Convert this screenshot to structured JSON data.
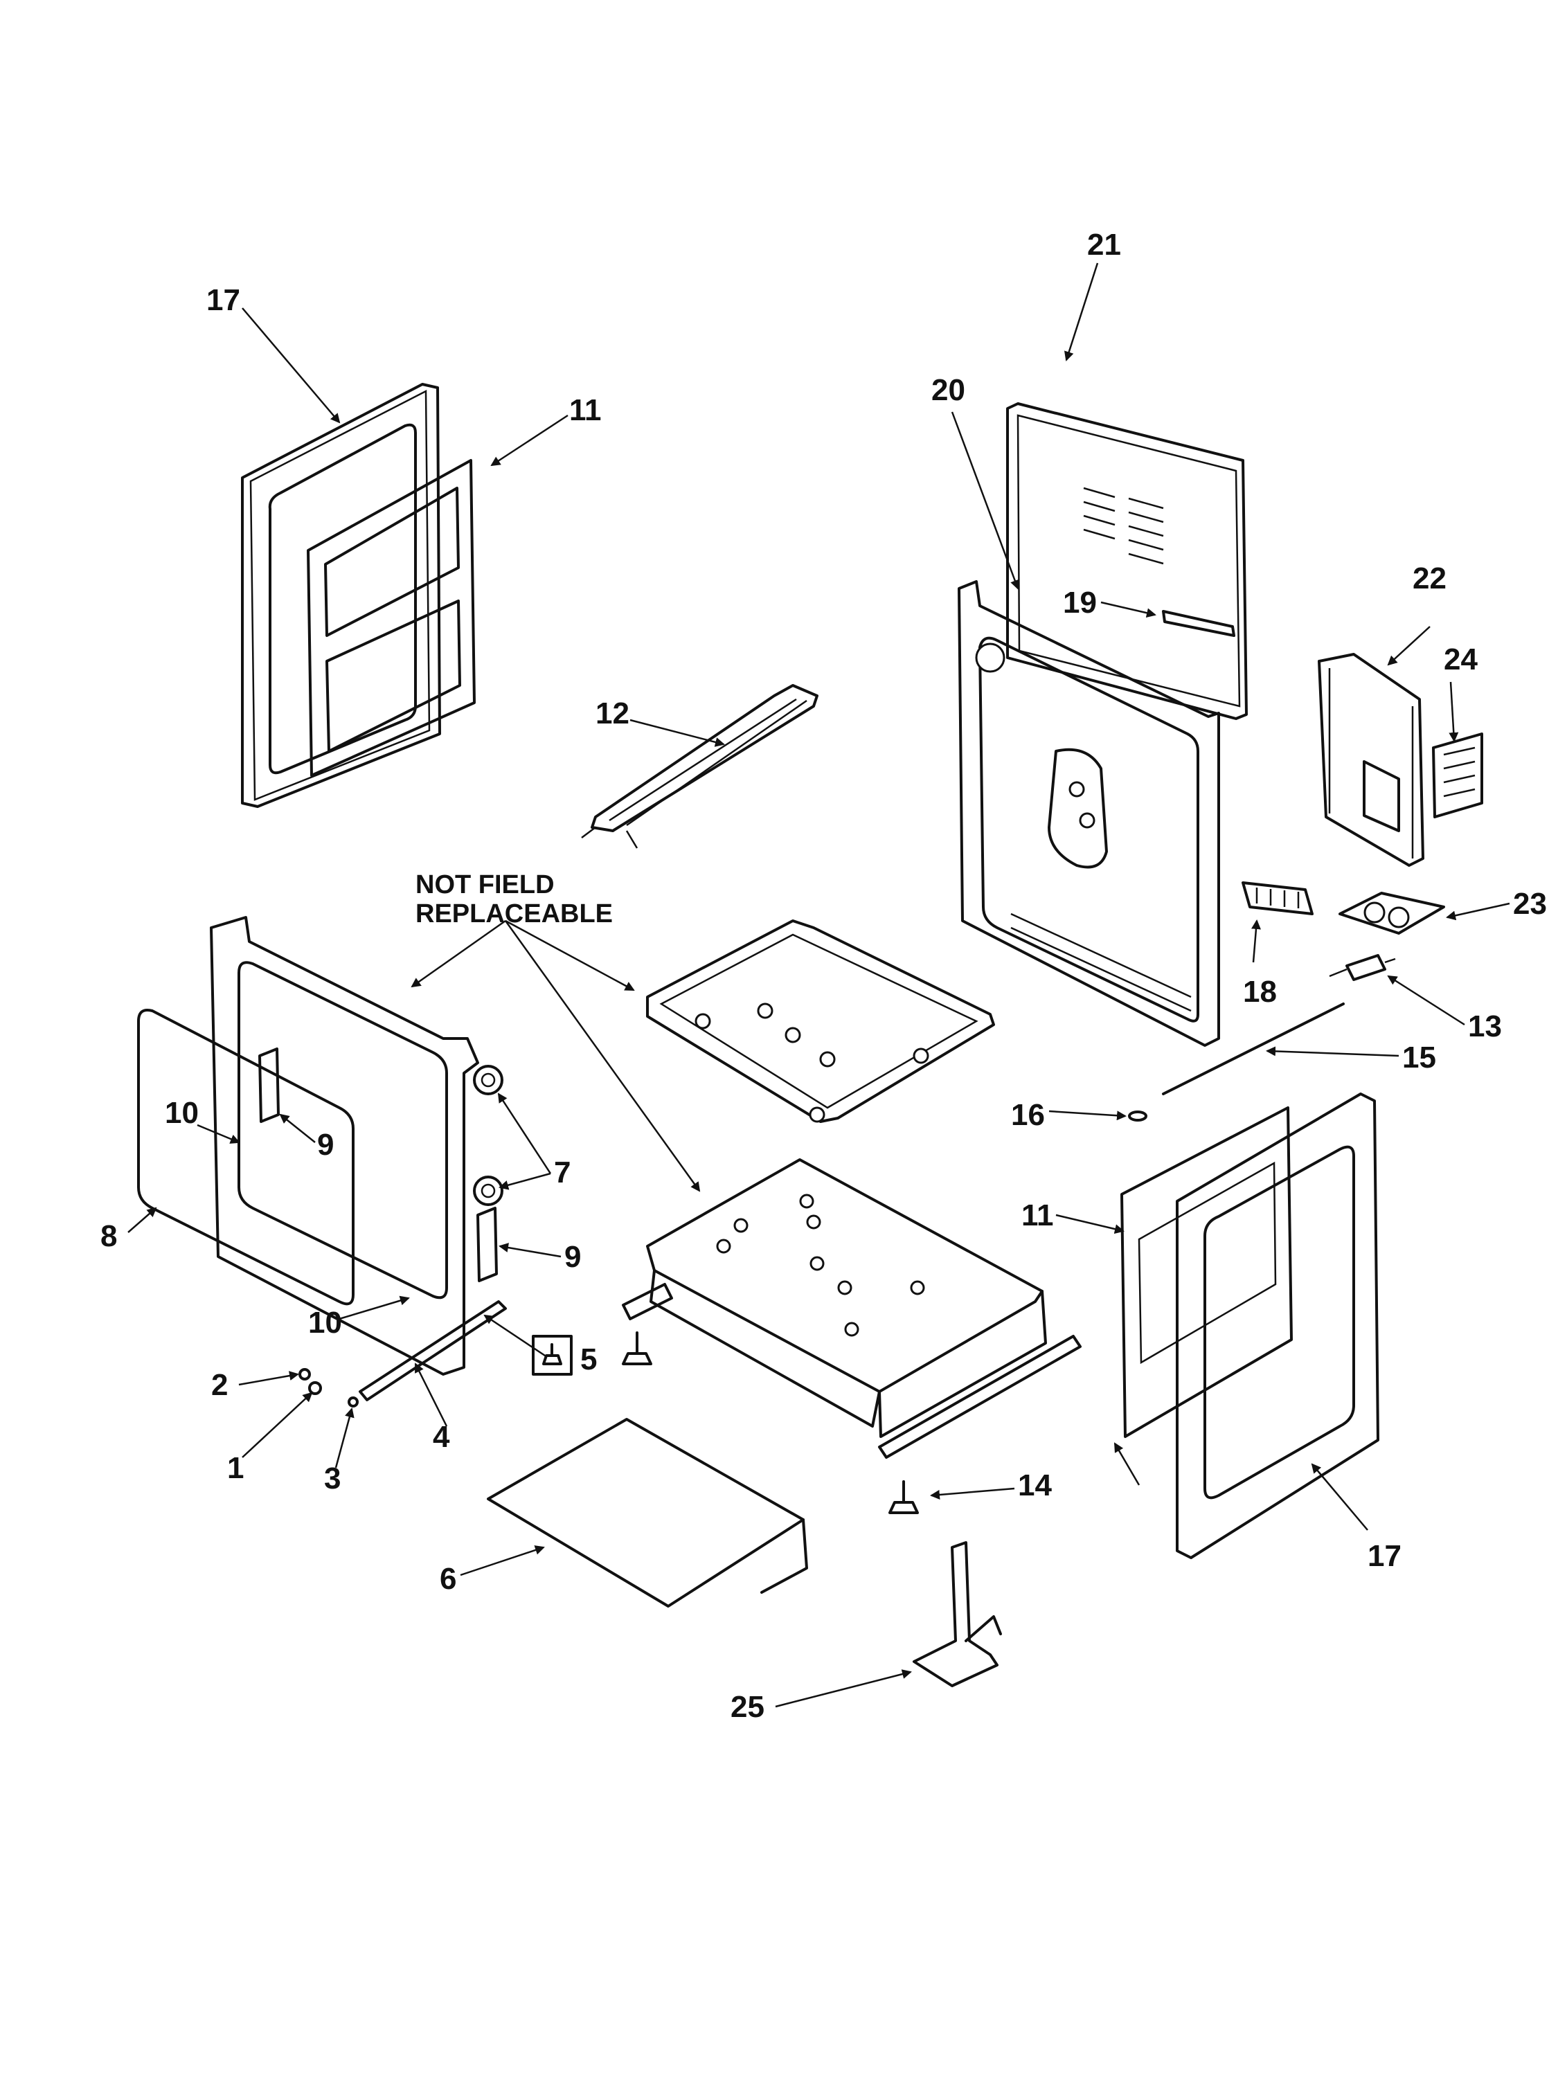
{
  "note": {
    "line1": "NOT FIELD",
    "line2": "REPLACEABLE"
  },
  "callouts": [
    "1",
    "2",
    "3",
    "4",
    "5",
    "6",
    "7",
    "8",
    "9",
    "10",
    "11",
    "12",
    "13",
    "14",
    "15",
    "16",
    "17",
    "18",
    "19",
    "20",
    "21",
    "22",
    "23",
    "24",
    "25"
  ],
  "colors": {
    "ink": "#111111",
    "paper": "#ffffff"
  }
}
